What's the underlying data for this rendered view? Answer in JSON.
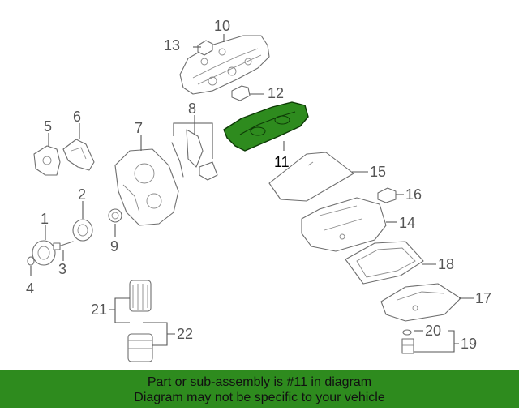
{
  "callouts": {
    "c1": "1",
    "c2": "2",
    "c3": "3",
    "c4": "4",
    "c5": "5",
    "c6": "6",
    "c7": "7",
    "c8": "8",
    "c9": "9",
    "c10": "10",
    "c11": "11",
    "c12": "12",
    "c13": "13",
    "c14": "14",
    "c15": "15",
    "c16": "16",
    "c17": "17",
    "c18": "18",
    "c19": "19",
    "c20": "20",
    "c21": "21",
    "c22": "22"
  },
  "highlighted_part": "11",
  "colors": {
    "highlight": "#2e8b1e",
    "banner": "#2e8b1e",
    "line": "#6e6e6e"
  },
  "banner": {
    "line1": "Part or sub-assembly is #11 in diagram",
    "line2": "Diagram may not be specific to your vehicle"
  }
}
